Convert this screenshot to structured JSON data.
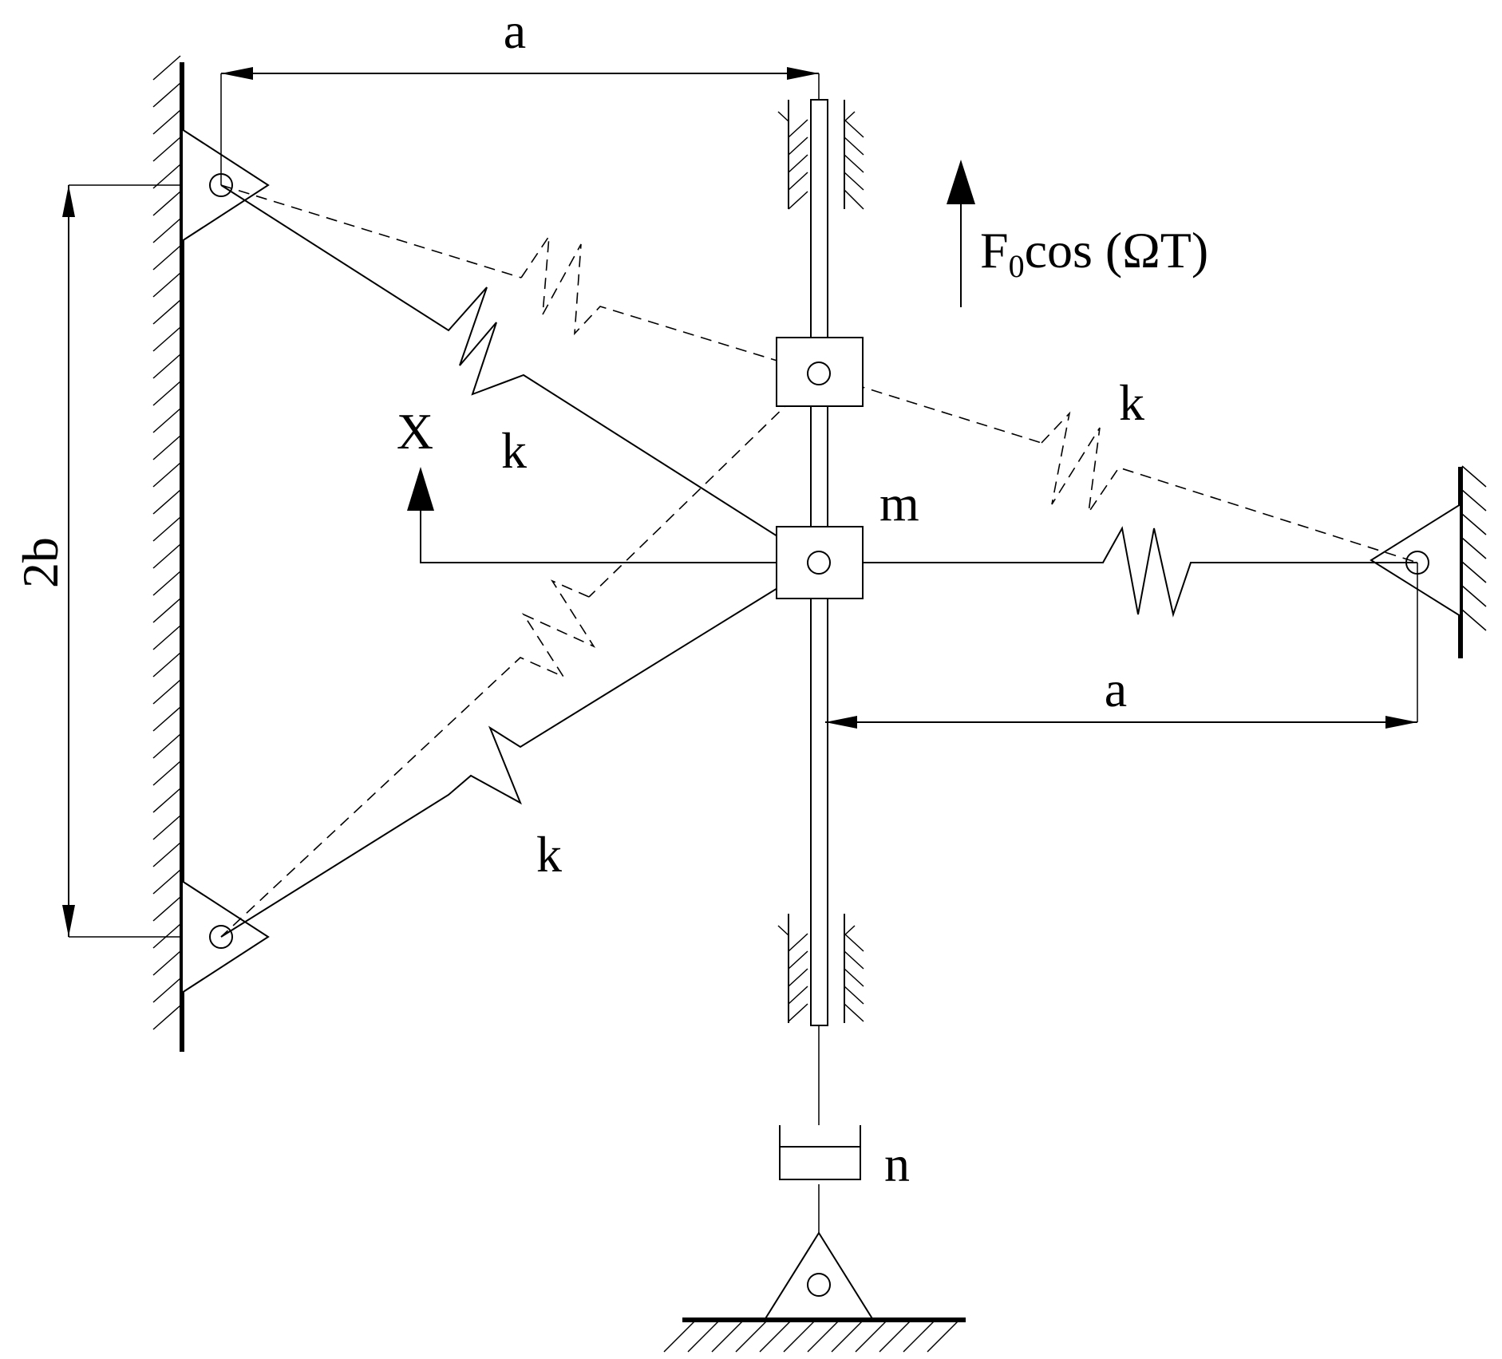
{
  "labels": {
    "dim_a_top": "a",
    "dim_a_right": "a",
    "dim_2b": "2b",
    "force_F": "F",
    "force_sub": "0",
    "force_rest": "cos (ΩT)",
    "coord_X": "X",
    "mass_m": "m",
    "spring_k_upper_left": "k",
    "spring_k_right": "k",
    "spring_k_lower_left": "k",
    "damper_n": "n"
  }
}
